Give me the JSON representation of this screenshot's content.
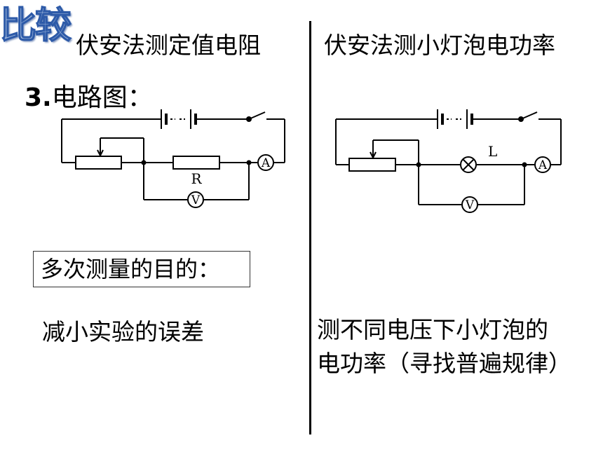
{
  "slide": {
    "title": "比较",
    "left_heading": "伏安法测定值电阻",
    "right_heading": "伏安法测小灯泡电功率",
    "circuit_label_num": "3.",
    "circuit_label_text": "电路图：",
    "purpose_label": "多次测量的目的：",
    "left_purpose": "减小实验的误差",
    "right_purpose_line1": "测不同电压下小灯泡的",
    "right_purpose_line2": "电功率（寻找普遍规律）"
  },
  "circuit_left": {
    "resistor_label": "R",
    "ammeter_label": "A",
    "voltmeter_label": "V"
  },
  "circuit_right": {
    "lamp_label": "L",
    "ammeter_label": "A",
    "voltmeter_label": "V"
  }
}
